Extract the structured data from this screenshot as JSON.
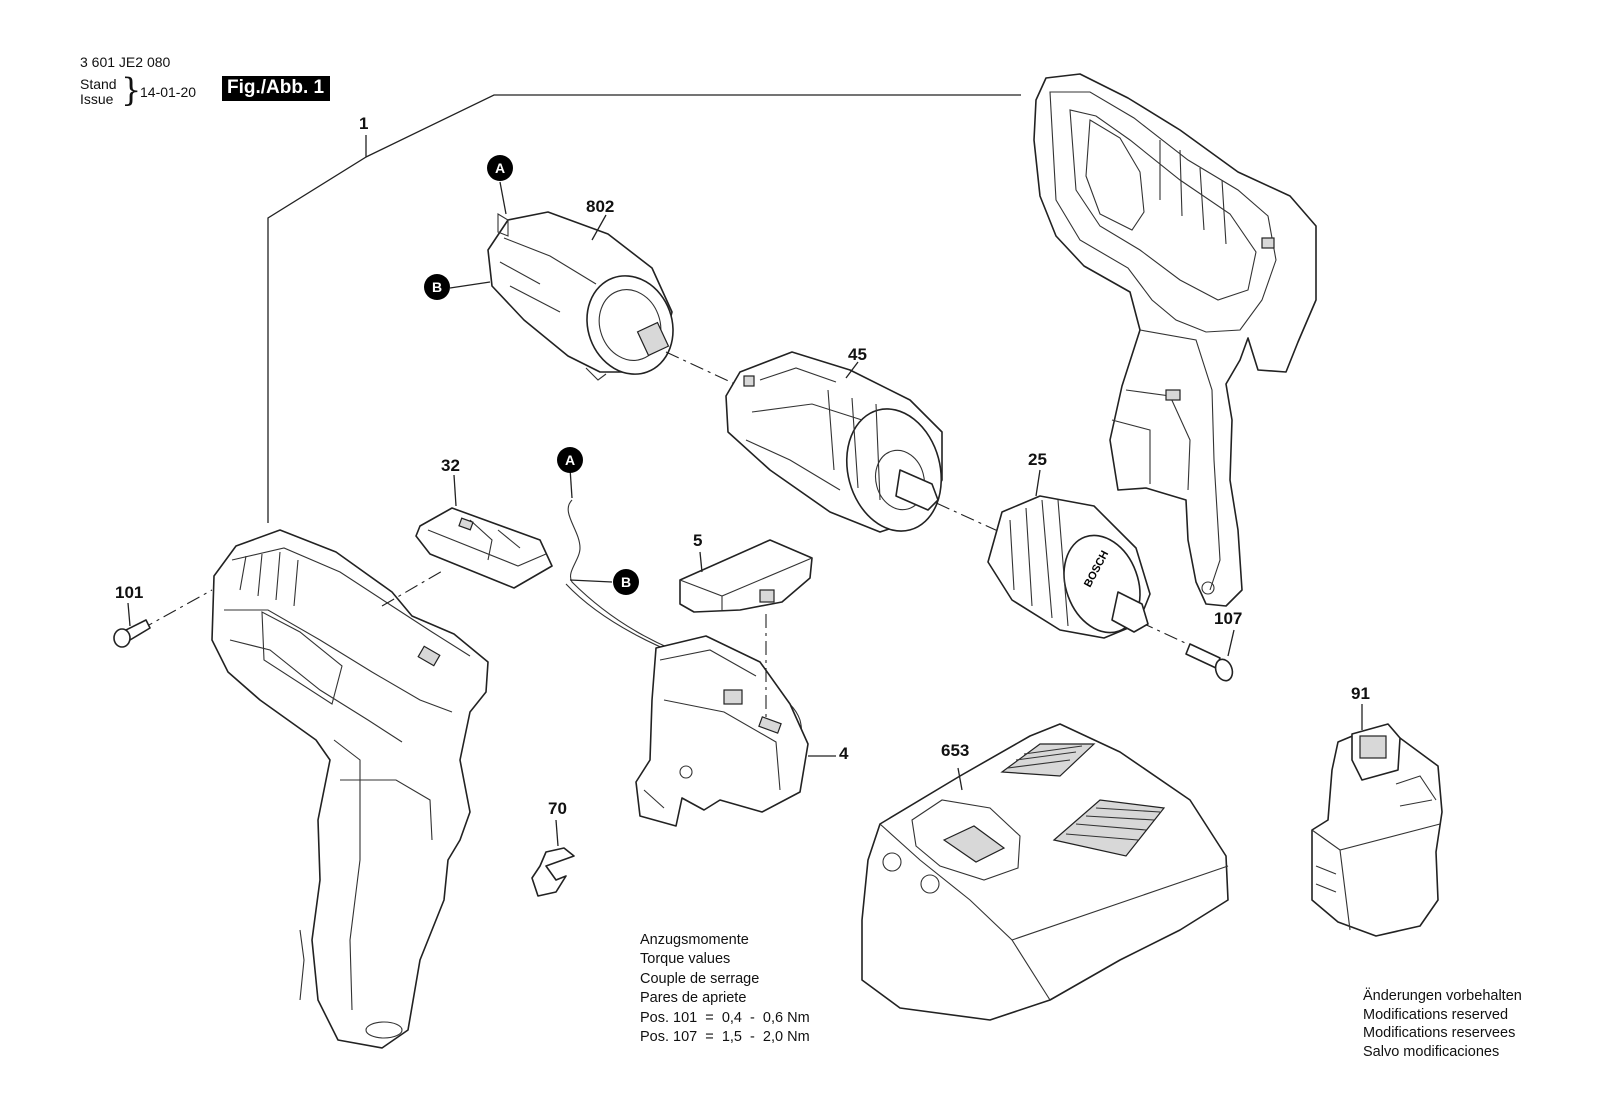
{
  "header": {
    "drawing_number": "3 601 JE2 080",
    "stand_label": "Stand",
    "issue_label": "Issue",
    "date": "14-01-20",
    "figure_label": "Fig./Abb. 1"
  },
  "part_labels": {
    "p1": "1",
    "p802": "802",
    "p45": "45",
    "p32": "32",
    "p5": "5",
    "p25": "25",
    "p101": "101",
    "p107": "107",
    "p4": "4",
    "p70": "70",
    "p653": "653",
    "p91": "91"
  },
  "connector_markers": {
    "a": "A",
    "b": "B"
  },
  "brand_text": "BOSCH",
  "torque_notes": {
    "lines": [
      "Anzugsmomente",
      "Torque values",
      "Couple de serrage",
      "Pares de apriete"
    ],
    "pos101": "Pos. 101  =  0,4  -  0,6 Nm",
    "pos107": "Pos. 107  =  1,5  -  2,0 Nm"
  },
  "modification_notes": [
    "Änderungen vorbehalten",
    "Modifications reserved",
    "Modifications reservees",
    "Salvo modificaciones"
  ]
}
